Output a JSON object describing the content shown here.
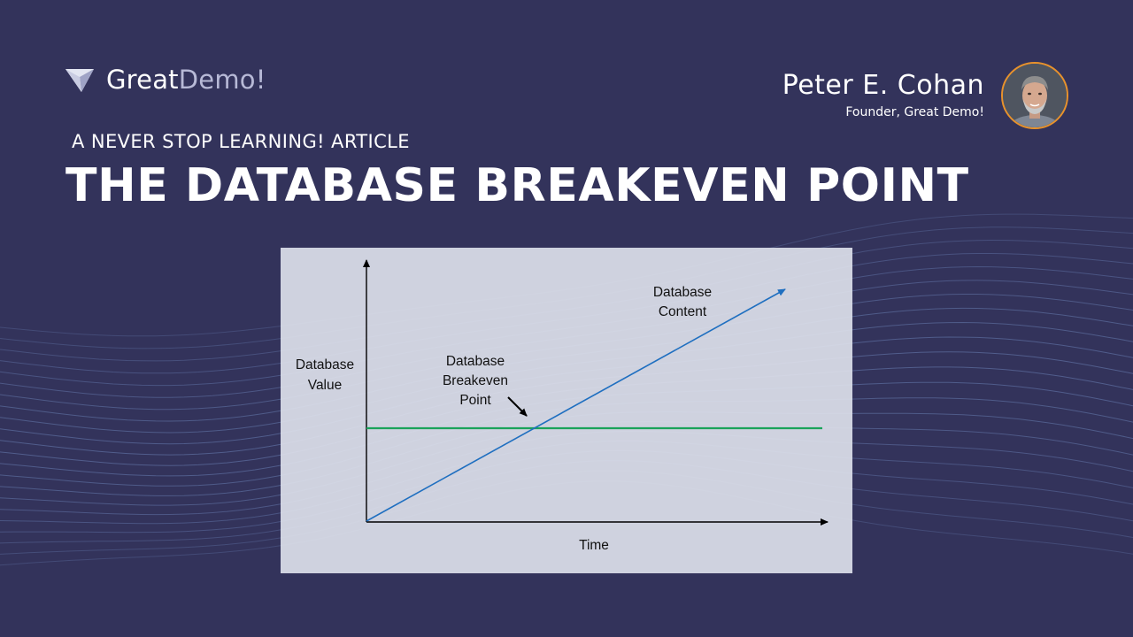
{
  "header": {
    "logo": {
      "icon": "greatdemo-triangle-icon",
      "word_primary": "Great",
      "word_secondary": "Demo!"
    },
    "author": {
      "name": "Peter E. Cohan",
      "title": "Founder, Great Demo!",
      "avatar_icon": "author-portrait"
    },
    "kicker": "A NEVER STOP LEARNING! ARTICLE",
    "headline": "THE DATABASE BREAKEVEN POINT"
  },
  "diagram": {
    "y_axis_label": [
      "Database",
      "Value"
    ],
    "x_axis_label": "Time",
    "content_label": [
      "Database",
      "Content"
    ],
    "breakeven_label": [
      "Database",
      "Breakeven",
      "Point"
    ],
    "colors": {
      "content_line": "#1f6fc0",
      "value_line": "#1aa35a",
      "panel": "#dcdfea",
      "axes": "#000000"
    }
  },
  "theme": {
    "background": "#33335b",
    "accent": "#e8922c"
  }
}
